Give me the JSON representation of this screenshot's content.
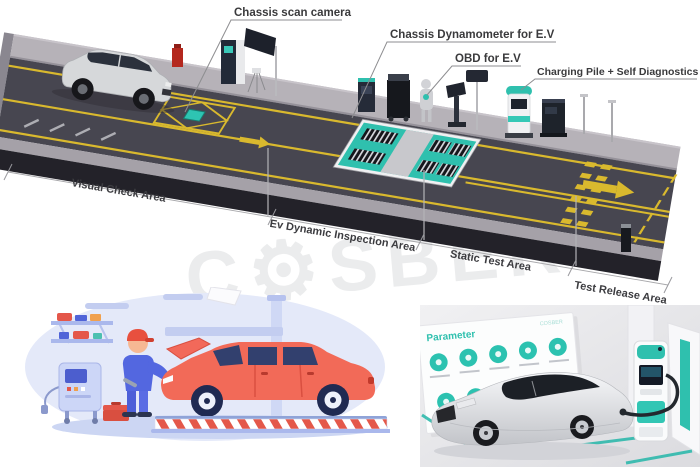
{
  "diagram": {
    "callouts": [
      {
        "label": "Chassis scan camera"
      },
      {
        "label": "Chassis Dynamometer for E.V"
      },
      {
        "label": "OBD for E.V"
      },
      {
        "label": "Charging Pile + Self Diagnostics"
      }
    ],
    "areas": [
      {
        "label": "Visual Check Area"
      },
      {
        "label": "Ev Dynamic Inspection Area"
      },
      {
        "label": "Static Test Area"
      },
      {
        "label": "Test Release Area"
      }
    ],
    "colors": {
      "accent_teal": "#2fc0ae",
      "marking_yellow": "#d9b92e",
      "asphalt": "#474650",
      "sidewalk": "#b6b2b8"
    }
  },
  "watermark": {
    "prefix": "C",
    "gear_icon": "⚙",
    "suffix": "SBER"
  },
  "illustration": {
    "colors": {
      "car_red": "#f26a58",
      "overalls_blue": "#5367e0",
      "background_periwinkle": "#e4e9f9"
    }
  },
  "photo": {
    "board_title": "Parameter",
    "board_logo": "COSBER",
    "accent_teal": "#2fc0ae"
  }
}
